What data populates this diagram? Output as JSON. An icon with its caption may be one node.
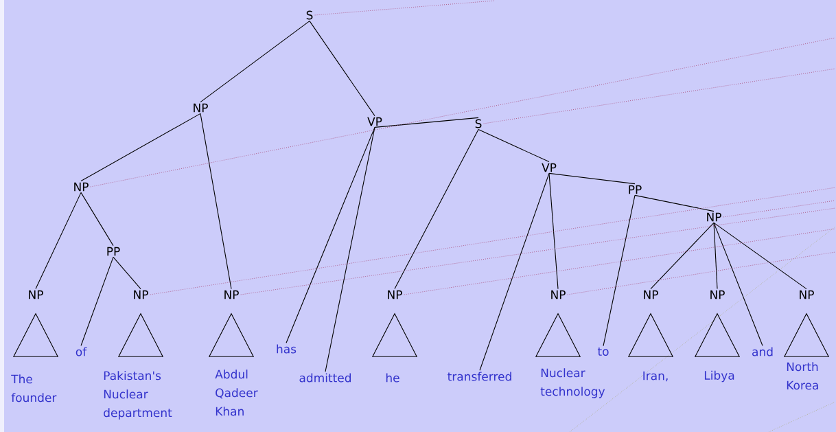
{
  "diagram": {
    "nodes": [
      {
        "text": [
          "S"
        ]
      },
      {
        "text": [
          "NP"
        ]
      },
      {
        "text": [
          "VP"
        ]
      },
      {
        "text": [
          "S"
        ]
      },
      {
        "text": [
          "NP"
        ]
      },
      {
        "text": [
          "VP"
        ]
      },
      {
        "text": [
          "PP"
        ]
      },
      {
        "text": [
          "NP"
        ]
      },
      {
        "text": [
          "PP"
        ]
      },
      {
        "text": [
          "NP"
        ]
      },
      {
        "text": [
          "NP"
        ]
      },
      {
        "text": [
          "NP"
        ]
      },
      {
        "text": [
          "NP"
        ]
      },
      {
        "text": [
          "NP"
        ]
      },
      {
        "text": [
          "NP"
        ]
      },
      {
        "text": [
          "NP"
        ]
      },
      {
        "text": [
          "NP"
        ]
      },
      {
        "text": [],
        "shape": "triangle"
      },
      {
        "text": [],
        "shape": "triangle"
      },
      {
        "text": [],
        "shape": "triangle"
      },
      {
        "text": [],
        "shape": "triangle"
      },
      {
        "text": [],
        "shape": "triangle"
      },
      {
        "text": [],
        "shape": "triangle"
      },
      {
        "text": [],
        "shape": "triangle"
      },
      {
        "text": [],
        "shape": "triangle"
      },
      {
        "text": [
          "of"
        ]
      },
      {
        "text": [
          "has"
        ]
      },
      {
        "text": [
          "to"
        ]
      },
      {
        "text": [
          "and"
        ]
      },
      {
        "text": [
          "The founder"
        ]
      },
      {
        "text": [
          "Pakistan's Nuclear department"
        ]
      },
      {
        "text": [
          "Abdul Qadeer Khan"
        ]
      },
      {
        "text": [
          "admitted"
        ]
      },
      {
        "text": [
          "he"
        ]
      },
      {
        "text": [
          "transferred"
        ]
      },
      {
        "text": [
          "Nuclear technology"
        ]
      },
      {
        "text": [
          "Iran,"
        ]
      },
      {
        "text": [
          "Libya"
        ]
      },
      {
        "text": [
          "North Korea"
        ]
      }
    ],
    "edges": [
      {
        "from": 0,
        "to": 1,
        "arrow": "none"
      },
      {
        "from": 0,
        "to": 2,
        "arrow": "none"
      },
      {
        "from": 1,
        "to": 4,
        "arrow": "none"
      },
      {
        "from": 1,
        "to": 11,
        "arrow": "none"
      },
      {
        "from": 2,
        "to": 3,
        "arrow": "none"
      },
      {
        "from": 2,
        "to": 26,
        "arrow": "none"
      },
      {
        "from": 2,
        "to": 32,
        "arrow": "none"
      },
      {
        "from": 3,
        "to": 12,
        "arrow": "none"
      },
      {
        "from": 3,
        "to": 5,
        "arrow": "none"
      },
      {
        "from": 4,
        "to": 9,
        "arrow": "none"
      },
      {
        "from": 4,
        "to": 8,
        "arrow": "none"
      },
      {
        "from": 8,
        "to": 25,
        "arrow": "none"
      },
      {
        "from": 8,
        "to": 10,
        "arrow": "none"
      },
      {
        "from": 5,
        "to": 34,
        "arrow": "none"
      },
      {
        "from": 5,
        "to": 13,
        "arrow": "none"
      },
      {
        "from": 5,
        "to": 6,
        "arrow": "none"
      },
      {
        "from": 6,
        "to": 27,
        "arrow": "none"
      },
      {
        "from": 6,
        "to": 7,
        "arrow": "none"
      },
      {
        "from": 7,
        "to": 14,
        "arrow": "none"
      },
      {
        "from": 7,
        "to": 15,
        "arrow": "none"
      },
      {
        "from": 7,
        "to": 28,
        "arrow": "none"
      },
      {
        "from": 7,
        "to": 16,
        "arrow": "none"
      },
      {
        "from": 0,
        "to": null,
        "arrow": "none",
        "style": "dashed",
        "color": "#b0608e"
      },
      {
        "from": 4,
        "to": null,
        "arrow": "none",
        "style": "dashed",
        "color": "#b0608e"
      },
      {
        "from": 3,
        "to": null,
        "arrow": "none",
        "style": "dashed",
        "color": "#b0608e"
      },
      {
        "from": 10,
        "to": null,
        "arrow": "none",
        "style": "dashed",
        "color": "#b0608e"
      },
      {
        "from": 11,
        "to": null,
        "arrow": "none",
        "style": "dashed",
        "color": "#b0608e"
      },
      {
        "from": 12,
        "to": null,
        "arrow": "none",
        "style": "dashed",
        "color": "#b0608e"
      },
      {
        "from": 13,
        "to": null,
        "arrow": "none",
        "style": "dashed",
        "color": "#b0608e"
      },
      {
        "from": 7,
        "to": null,
        "arrow": "none",
        "style": "dashed",
        "color": "#b0608e"
      }
    ]
  }
}
